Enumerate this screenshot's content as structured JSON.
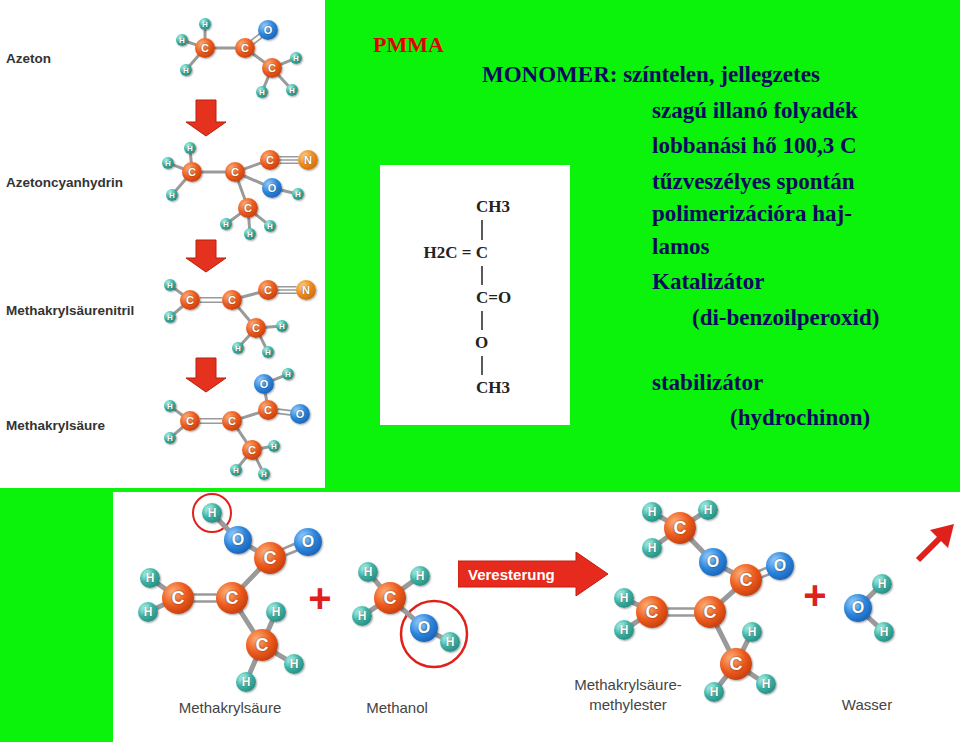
{
  "diagram": {
    "title": "PMMA",
    "nodes": [
      {
        "text": [
          "Azeton",
          "Azetoncyanhydrin",
          "Methakrylsäurenitril",
          "Methakrylsäure"
        ]
      },
      {
        "text": [
          "C"
        ],
        "in": 0
      },
      {
        "text": [
          "H"
        ],
        "in": 0
      },
      {
        "text": [
          "H"
        ],
        "in": 0
      },
      {
        "text": [
          "H"
        ],
        "in": 0
      },
      {
        "text": [
          "C"
        ],
        "in": 0
      },
      {
        "text": [
          "O"
        ],
        "in": 0
      },
      {
        "text": [
          "C"
        ],
        "in": 0
      },
      {
        "text": [
          "H"
        ],
        "in": 0
      },
      {
        "text": [
          "H"
        ],
        "in": 0
      },
      {
        "text": [
          "H"
        ],
        "in": 0
      },
      {
        "text": [
          "C"
        ],
        "in": 0
      },
      {
        "text": [
          "H"
        ],
        "in": 0
      },
      {
        "text": [
          "H"
        ],
        "in": 0
      },
      {
        "text": [
          "H"
        ],
        "in": 0
      },
      {
        "text": [
          "C"
        ],
        "in": 0
      },
      {
        "text": [
          "C"
        ],
        "in": 0
      },
      {
        "text": [
          "N"
        ],
        "in": 0
      },
      {
        "text": [
          "O"
        ],
        "in": 0
      },
      {
        "text": [
          "H"
        ],
        "in": 0
      },
      {
        "text": [
          "C"
        ],
        "in": 0
      },
      {
        "text": [
          "H"
        ],
        "in": 0
      },
      {
        "text": [
          "H"
        ],
        "in": 0
      },
      {
        "text": [
          "H"
        ],
        "in": 0
      },
      {
        "text": [
          "C"
        ],
        "in": 0
      },
      {
        "text": [
          "H"
        ],
        "in": 0
      },
      {
        "text": [
          "H"
        ],
        "in": 0
      },
      {
        "text": [
          "C"
        ],
        "in": 0
      },
      {
        "text": [
          "C"
        ],
        "in": 0
      },
      {
        "text": [
          "N"
        ],
        "in": 0
      },
      {
        "text": [
          "C"
        ],
        "in": 0
      },
      {
        "text": [
          "H"
        ],
        "in": 0
      },
      {
        "text": [
          "H"
        ],
        "in": 0
      },
      {
        "text": [
          "H"
        ],
        "in": 0
      },
      {
        "text": [
          "C"
        ],
        "in": 0
      },
      {
        "text": [
          "H"
        ],
        "in": 0
      },
      {
        "text": [
          "H"
        ],
        "in": 0
      },
      {
        "text": [
          "C"
        ],
        "in": 0
      },
      {
        "text": [
          "C"
        ],
        "in": 0
      },
      {
        "text": [
          "O"
        ],
        "in": 0
      },
      {
        "text": [
          "O"
        ],
        "in": 0
      },
      {
        "text": [
          "H"
        ],
        "in": 0
      },
      {
        "text": [
          "C"
        ],
        "in": 0
      },
      {
        "text": [
          "H"
        ],
        "in": 0
      },
      {
        "text": [
          "H"
        ],
        "in": 0
      },
      {
        "text": [
          "H"
        ],
        "in": 0
      },
      {
        "text": [
          "CH3",
          "H2C = C",
          "C=O",
          "O",
          "CH3"
        ]
      },
      {
        "text": [
          "Methakrylsäure",
          "Methanol",
          "Methakrylsäure- methylester",
          "Wasser"
        ]
      },
      {
        "text": [
          "H"
        ],
        "in": 47
      },
      {
        "text": [
          "O"
        ],
        "in": 47
      },
      {
        "text": [
          "C"
        ],
        "in": 47
      },
      {
        "text": [
          "O"
        ],
        "in": 47
      },
      {
        "text": [
          "C"
        ],
        "in": 47
      },
      {
        "text": [
          "C"
        ],
        "in": 47
      },
      {
        "text": [
          "H"
        ],
        "in": 47
      },
      {
        "text": [
          "H"
        ],
        "in": 47
      },
      {
        "text": [
          "C"
        ],
        "in": 47
      },
      {
        "text": [
          "H"
        ],
        "in": 47
      },
      {
        "text": [
          "H"
        ],
        "in": 47
      },
      {
        "text": [
          "H"
        ],
        "in": 47
      },
      {
        "text": [
          "C"
        ],
        "in": 47
      },
      {
        "text": [
          "H"
        ],
        "in": 47
      },
      {
        "text": [
          "H"
        ],
        "in": 47
      },
      {
        "text": [
          "H"
        ],
        "in": 47
      },
      {
        "text": [
          "O"
        ],
        "in": 47
      },
      {
        "text": [
          "H"
        ],
        "in": 47
      },
      {
        "text": [
          "Veresterung"
        ],
        "in": 47
      },
      {
        "text": [
          "C"
        ],
        "in": 47
      },
      {
        "text": [
          "H"
        ],
        "in": 47
      },
      {
        "text": [
          "H"
        ],
        "in": 47
      },
      {
        "text": [
          "H"
        ],
        "in": 47
      },
      {
        "text": [
          "O"
        ],
        "in": 47
      },
      {
        "text": [
          "C"
        ],
        "in": 47
      },
      {
        "text": [
          "O"
        ],
        "in": 47
      },
      {
        "text": [
          "C"
        ],
        "in": 47
      },
      {
        "text": [
          "C"
        ],
        "in": 47
      },
      {
        "text": [
          "H"
        ],
        "in": 47
      },
      {
        "text": [
          "H"
        ],
        "in": 47
      },
      {
        "text": [
          "C"
        ],
        "in": 47
      },
      {
        "text": [
          "H"
        ],
        "in": 47
      },
      {
        "text": [
          "H"
        ],
        "in": 47
      },
      {
        "text": [
          "H"
        ],
        "in": 47
      },
      {
        "text": [
          "O"
        ],
        "in": 47
      },
      {
        "text": [
          "H"
        ],
        "in": 47
      },
      {
        "text": [
          "H"
        ],
        "in": 47
      }
    ],
    "edges": [
      {
        "from": 1,
        "to": 2,
        "arrow": "none"
      },
      {
        "from": 1,
        "to": 3,
        "arrow": "none"
      },
      {
        "from": 1,
        "to": 4,
        "arrow": "none"
      },
      {
        "from": 1,
        "to": 5,
        "arrow": "none"
      },
      {
        "from": 5,
        "to": 6,
        "arrow": "none"
      },
      {
        "from": 5,
        "to": 7,
        "arrow": "none"
      },
      {
        "from": 7,
        "to": 8,
        "arrow": "none"
      },
      {
        "from": 7,
        "to": 9,
        "arrow": "none"
      },
      {
        "from": 7,
        "to": 10,
        "arrow": "none"
      },
      {
        "from": 11,
        "to": 12,
        "arrow": "none"
      },
      {
        "from": 11,
        "to": 13,
        "arrow": "none"
      },
      {
        "from": 11,
        "to": 14,
        "arrow": "none"
      },
      {
        "from": 11,
        "to": 15,
        "arrow": "none"
      },
      {
        "from": 15,
        "to": 16,
        "arrow": "none"
      },
      {
        "from": 16,
        "to": 17,
        "arrow": "none"
      },
      {
        "from": 15,
        "to": 18,
        "arrow": "none"
      },
      {
        "from": 18,
        "to": 19,
        "arrow": "none"
      },
      {
        "from": 15,
        "to": 20,
        "arrow": "none"
      },
      {
        "from": 20,
        "to": 21,
        "arrow": "none"
      },
      {
        "from": 20,
        "to": 22,
        "arrow": "none"
      },
      {
        "from": 20,
        "to": 23,
        "arrow": "none"
      },
      {
        "from": 24,
        "to": 25,
        "arrow": "none"
      },
      {
        "from": 24,
        "to": 26,
        "arrow": "none"
      },
      {
        "from": 24,
        "to": 27,
        "arrow": "none"
      },
      {
        "from": 27,
        "to": 28,
        "arrow": "none"
      },
      {
        "from": 28,
        "to": 29,
        "arrow": "none"
      },
      {
        "from": 27,
        "to": 30,
        "arrow": "none"
      },
      {
        "from": 30,
        "to": 31,
        "arrow": "none"
      },
      {
        "from": 30,
        "to": 32,
        "arrow": "none"
      },
      {
        "from": 30,
        "to": 33,
        "arrow": "none"
      },
      {
        "from": 34,
        "to": 35,
        "arrow": "none"
      },
      {
        "from": 34,
        "to": 36,
        "arrow": "none"
      },
      {
        "from": 34,
        "to": 37,
        "arrow": "none"
      },
      {
        "from": 37,
        "to": 38,
        "arrow": "none"
      },
      {
        "from": 38,
        "to": 39,
        "arrow": "none"
      },
      {
        "from": 38,
        "to": 40,
        "arrow": "none"
      },
      {
        "from": 40,
        "to": 41,
        "arrow": "none"
      },
      {
        "from": 37,
        "to": 42,
        "arrow": "none"
      },
      {
        "from": 42,
        "to": 43,
        "arrow": "none"
      },
      {
        "from": 42,
        "to": 44,
        "arrow": "none"
      },
      {
        "from": 42,
        "to": 45,
        "arrow": "none"
      },
      {
        "from": 48,
        "to": 49,
        "arrow": "none"
      },
      {
        "from": 49,
        "to": 50,
        "arrow": "none"
      },
      {
        "from": 50,
        "to": 51,
        "arrow": "none"
      },
      {
        "from": 50,
        "to": 52,
        "arrow": "none"
      },
      {
        "from": 52,
        "to": 53,
        "arrow": "none"
      },
      {
        "from": 53,
        "to": 54,
        "arrow": "none"
      },
      {
        "from": 53,
        "to": 55,
        "arrow": "none"
      },
      {
        "from": 52,
        "to": 56,
        "arrow": "none"
      },
      {
        "from": 56,
        "to": 57,
        "arrow": "none"
      },
      {
        "from": 56,
        "to": 58,
        "arrow": "none"
      },
      {
        "from": 56,
        "to": 59,
        "arrow": "none"
      },
      {
        "from": 60,
        "to": 61,
        "arrow": "none"
      },
      {
        "from": 60,
        "to": 62,
        "arrow": "none"
      },
      {
        "from": 60,
        "to": 63,
        "arrow": "none"
      },
      {
        "from": 60,
        "to": 64,
        "arrow": "none"
      },
      {
        "from": 64,
        "to": 65,
        "arrow": "none"
      },
      {
        "from": 67,
        "to": 68,
        "arrow": "none"
      },
      {
        "from": 67,
        "to": 69,
        "arrow": "none"
      },
      {
        "from": 67,
        "to": 70,
        "arrow": "none"
      },
      {
        "from": 67,
        "to": 71,
        "arrow": "none"
      },
      {
        "from": 71,
        "to": 72,
        "arrow": "none"
      },
      {
        "from": 72,
        "to": 73,
        "arrow": "none"
      },
      {
        "from": 72,
        "to": 74,
        "arrow": "none"
      },
      {
        "from": 74,
        "to": 75,
        "arrow": "none"
      },
      {
        "from": 75,
        "to": 76,
        "arrow": "none"
      },
      {
        "from": 75,
        "to": 77,
        "arrow": "none"
      },
      {
        "from": 74,
        "to": 78,
        "arrow": "none"
      },
      {
        "from": 78,
        "to": 79,
        "arrow": "none"
      },
      {
        "from": 78,
        "to": 80,
        "arrow": "none"
      },
      {
        "from": 78,
        "to": 81,
        "arrow": "none"
      },
      {
        "from": 82,
        "to": 83,
        "arrow": "none"
      },
      {
        "from": 82,
        "to": 84,
        "arrow": "none"
      }
    ],
    "labels": [
      "MONOMER: színtelen, jellegzetes",
      "szagú illanó folyadék",
      "lobbanási hő 100,3 C",
      "tűzveszélyes spontán",
      "polimerizációra haj-",
      "lamos",
      "Katalizátor",
      "(di-benzoilperoxid)",
      "stabilizátor",
      "(hydrochinon)",
      "+",
      "+"
    ]
  }
}
